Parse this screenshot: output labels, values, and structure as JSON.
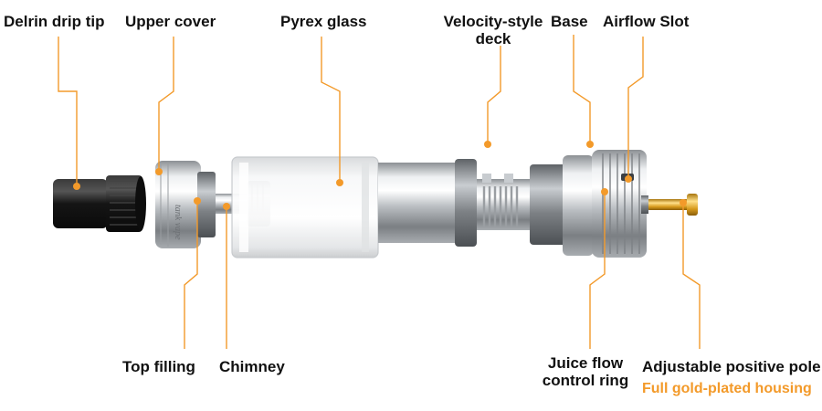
{
  "colors": {
    "accent": "#f39a2a",
    "text": "#111111",
    "steel_light": "#e4e6e8",
    "steel_dark": "#6d7175",
    "gold": "#d9a21b",
    "black": "#1a1a1a"
  },
  "labels": {
    "delrin_drip_tip": "Delrin drip tip",
    "upper_cover": "Upper cover",
    "pyrex_glass": "Pyrex glass",
    "velocity_deck_line1": "Velocity-style",
    "velocity_deck_line2": "deck",
    "base": "Base",
    "airflow_slot": "Airflow Slot",
    "top_filling": "Top  filling",
    "chimney": "Chimney",
    "juice_flow_line1": "Juice flow",
    "juice_flow_line2": "control ring",
    "positive_pole": "Adjustable positive pole",
    "gold_housing": "Full gold-plated housing"
  },
  "engraving": "tank vape"
}
